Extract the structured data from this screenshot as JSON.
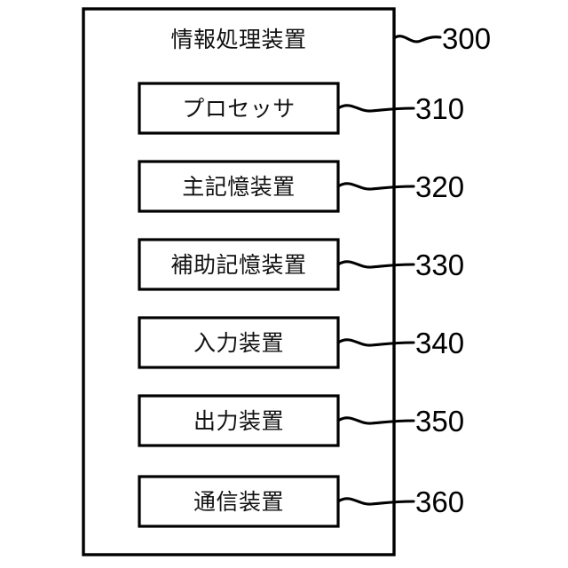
{
  "figure": {
    "type": "patent-block-diagram",
    "background_color": "#ffffff",
    "line_color": "#000000",
    "outer_block": {
      "title": "情報処理装置",
      "reference_number": "300"
    },
    "inner_blocks": [
      {
        "label": "プロセッサ",
        "reference_number": "310"
      },
      {
        "label": "主記憶装置",
        "reference_number": "320"
      },
      {
        "label": "補助記憶装置",
        "reference_number": "330"
      },
      {
        "label": "入力装置",
        "reference_number": "340"
      },
      {
        "label": "出力装置",
        "reference_number": "350"
      },
      {
        "label": "通信装置",
        "reference_number": "360"
      }
    ]
  }
}
